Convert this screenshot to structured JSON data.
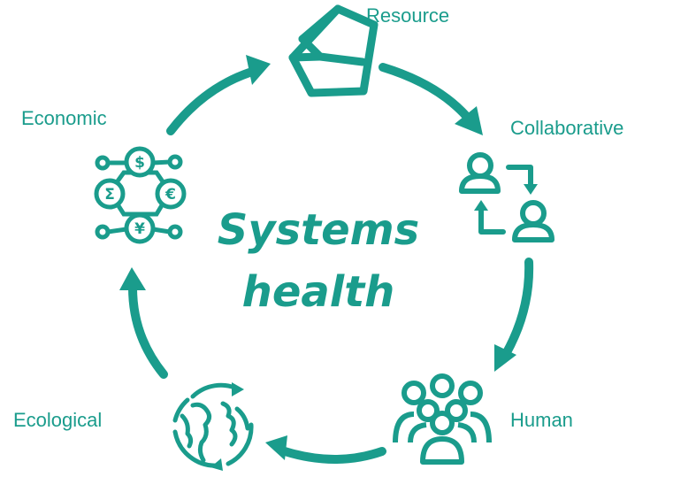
{
  "center": {
    "line1": "Systems",
    "line2": "health"
  },
  "nodes": {
    "resource": {
      "label": "Resource",
      "icon": "gemstone-icon"
    },
    "collaborative": {
      "label": "Collaborative",
      "icon": "people-exchange-icon"
    },
    "human": {
      "label": "Human",
      "icon": "group-of-people-icon"
    },
    "ecological": {
      "label": "Ecological",
      "icon": "globe-icon"
    },
    "economic": {
      "label": "Economic",
      "icon": "currency-network-icon"
    }
  },
  "colors": {
    "accent": "#1a9c8c"
  }
}
